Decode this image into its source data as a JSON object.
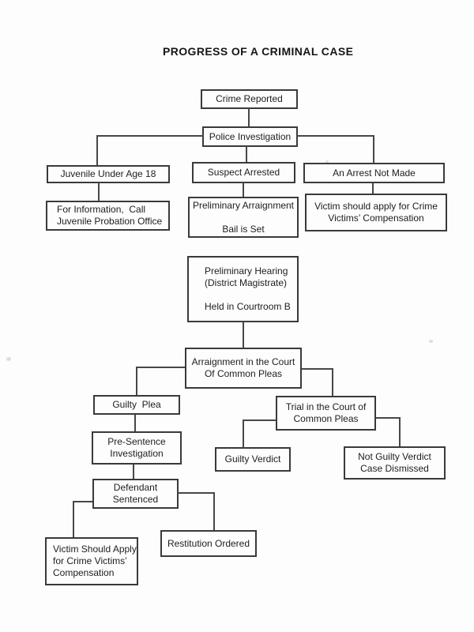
{
  "title": "PROGRESS OF A CRIMINAL CASE",
  "colors": {
    "ink": "#3a3a3a",
    "paper": "#fdfdfd",
    "text": "#1d1d1d"
  },
  "nodes": {
    "crime_reported": {
      "lines": [
        "Crime Reported"
      ]
    },
    "police_investigation": {
      "lines": [
        "Police Investigation"
      ]
    },
    "juvenile_under_18": {
      "lines": [
        "Juvenile Under Age 18"
      ]
    },
    "suspect_arrested": {
      "lines": [
        "Suspect Arrested"
      ]
    },
    "arrest_not_made": {
      "lines": [
        "An Arrest Not Made"
      ]
    },
    "juvenile_probation": {
      "lines": [
        "For Information,  Call",
        "Juvenile Probation Office"
      ]
    },
    "preliminary_arraignment": {
      "lines": [
        "Preliminary Arraignment",
        "",
        "Bail is Set"
      ]
    },
    "victims_compensation_no_arrest": {
      "lines": [
        "Victim should apply for Crime",
        "Victims’ Compensation"
      ]
    },
    "preliminary_hearing": {
      "lines": [
        "Preliminary Hearing",
        "(District Magistrate)",
        "",
        "Held in Courtroom B"
      ]
    },
    "arraignment_common_pleas": {
      "lines": [
        "Arraignment in the Court",
        "Of Common Pleas"
      ]
    },
    "guilty_plea": {
      "lines": [
        "Guilty  Plea"
      ]
    },
    "pre_sentence_investigation": {
      "lines": [
        "Pre-Sentence",
        "Investigation"
      ]
    },
    "defendant_sentenced": {
      "lines": [
        "Defendant",
        "Sentenced"
      ]
    },
    "trial_common_pleas": {
      "lines": [
        "Trial in the Court of",
        "Common Pleas"
      ]
    },
    "guilty_verdict": {
      "lines": [
        "Guilty Verdict"
      ]
    },
    "not_guilty_verdict": {
      "lines": [
        "Not Guilty Verdict",
        "Case Dismissed"
      ]
    },
    "victims_compensation_sentenced": {
      "lines": [
        "Victim Should Apply",
        "for Crime Victims’",
        "Compensation"
      ]
    },
    "restitution_ordered": {
      "lines": [
        "Restitution Ordered"
      ]
    }
  }
}
